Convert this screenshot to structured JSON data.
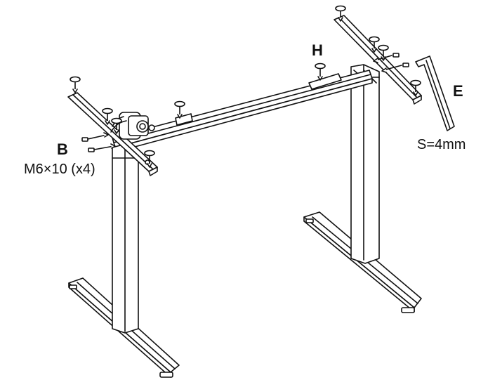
{
  "labels": {
    "part_b": "B",
    "screw_spec": "M6×10 (x4)",
    "part_h": "H",
    "part_e": "E",
    "wrench_size": "S=4mm"
  }
}
